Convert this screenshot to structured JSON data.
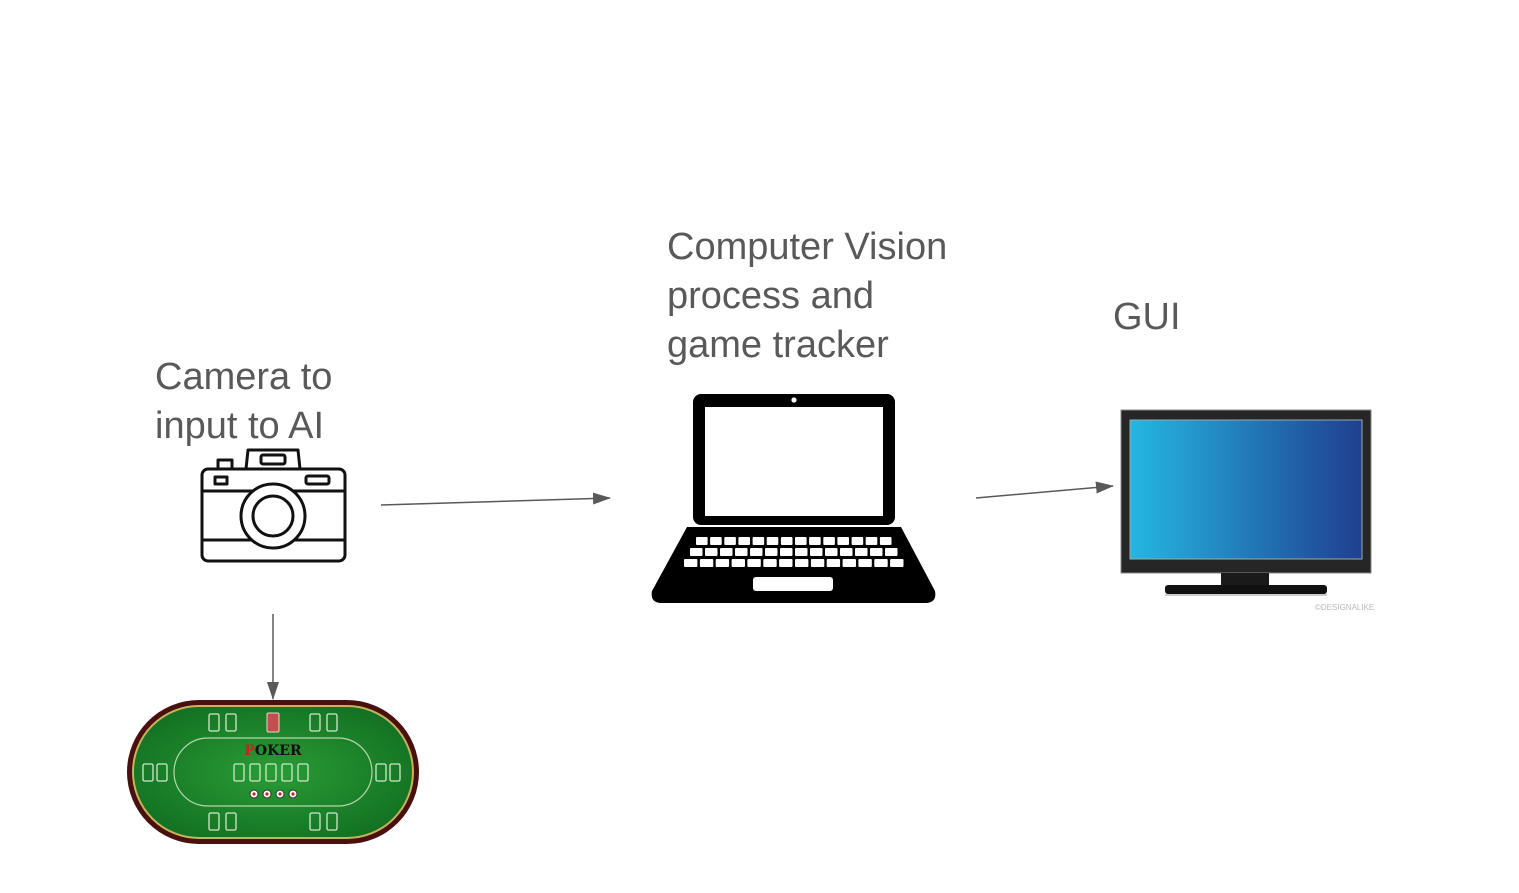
{
  "nodes": {
    "camera": {
      "label_lines": [
        "Camera to",
        "input to AI"
      ],
      "icon": "camera-icon"
    },
    "computer_vision": {
      "label_lines": [
        "Computer Vision",
        "process and",
        "game tracker"
      ],
      "icon": "laptop-icon"
    },
    "gui": {
      "label_lines": [
        "GUI"
      ],
      "icon": "monitor-icon",
      "watermark": "©DESIGNALIKE"
    },
    "poker_table": {
      "icon": "poker-table-icon",
      "table_text_first": "P",
      "table_text_rest": "OKER"
    }
  },
  "edges": [
    {
      "from": "camera",
      "to": "computer_vision"
    },
    {
      "from": "computer_vision",
      "to": "gui"
    },
    {
      "from": "camera",
      "to": "poker_table"
    }
  ],
  "colors": {
    "label_text": "#595959",
    "arrow": "#595959",
    "table_felt": "#1f8a2e",
    "table_rim": "#4a0f0f",
    "screen_left": "#25b7e3",
    "screen_right": "#1f3f8f"
  }
}
